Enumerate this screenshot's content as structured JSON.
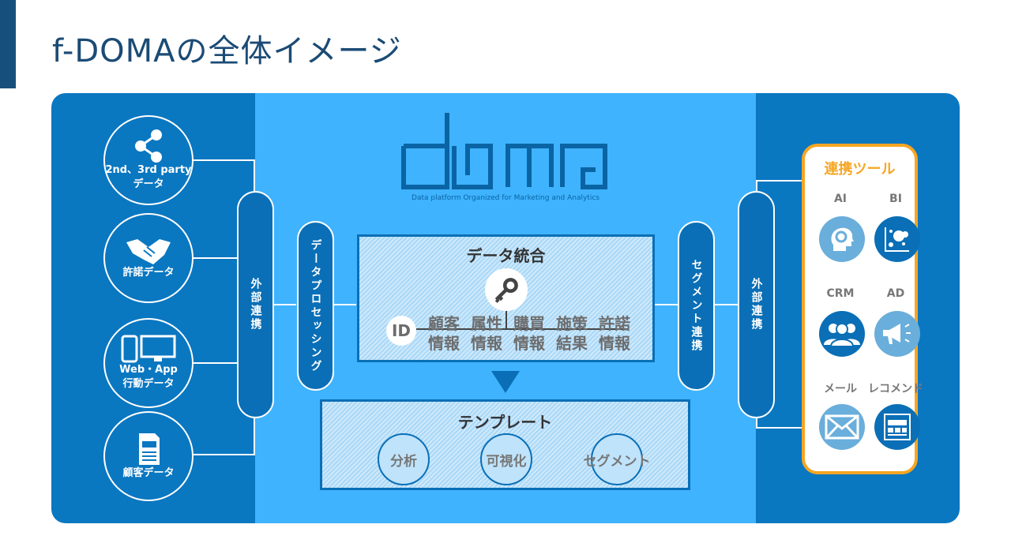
{
  "title": "f-DOMAの全体イメージ",
  "logo": {
    "text": "doma",
    "tagline": "Data platform Organized for Marketing and Analytics"
  },
  "sources": [
    {
      "label": "2nd、3rd party\nデータ",
      "icon": "share-icon"
    },
    {
      "label": "許諾データ",
      "icon": "handshake-icon"
    },
    {
      "label": "Web・App\n行動データ",
      "icon": "devices-icon"
    },
    {
      "label": "顧客データ",
      "icon": "document-icon"
    }
  ],
  "pills": {
    "external_in": "外部連携",
    "processing": "データプロセッシング",
    "segment": "セグメント連携",
    "external_out": "外部連携"
  },
  "integration": {
    "title": "データ統合",
    "id": "ID",
    "items": [
      "顧客\n情報",
      "属性\n情報",
      "購買\n情報",
      "施策\n結果",
      "許諾\n情報"
    ]
  },
  "template": {
    "title": "テンプレート",
    "items": [
      "分析",
      "可視化",
      "セグメント"
    ]
  },
  "tools": {
    "title": "連携ツール",
    "items": [
      {
        "label": "AI",
        "icon": "ai-head-gear-icon",
        "color": "#6aaedb"
      },
      {
        "label": "BI",
        "icon": "scatter-chart-icon",
        "color": "#0a6fb6"
      },
      {
        "label": "CRM",
        "icon": "users-icon",
        "color": "#0a6fb6"
      },
      {
        "label": "AD",
        "icon": "megaphone-icon",
        "color": "#6aaedb"
      },
      {
        "label": "メール",
        "icon": "mail-icon",
        "color": "#6aaedb"
      },
      {
        "label": "レコメンド",
        "icon": "webpage-icon",
        "color": "#0a6fb6"
      }
    ]
  },
  "colors": {
    "dark": "#0a77c1",
    "light": "#3fb3fe",
    "accent": "#f6a623",
    "title": "#1b4b75"
  }
}
